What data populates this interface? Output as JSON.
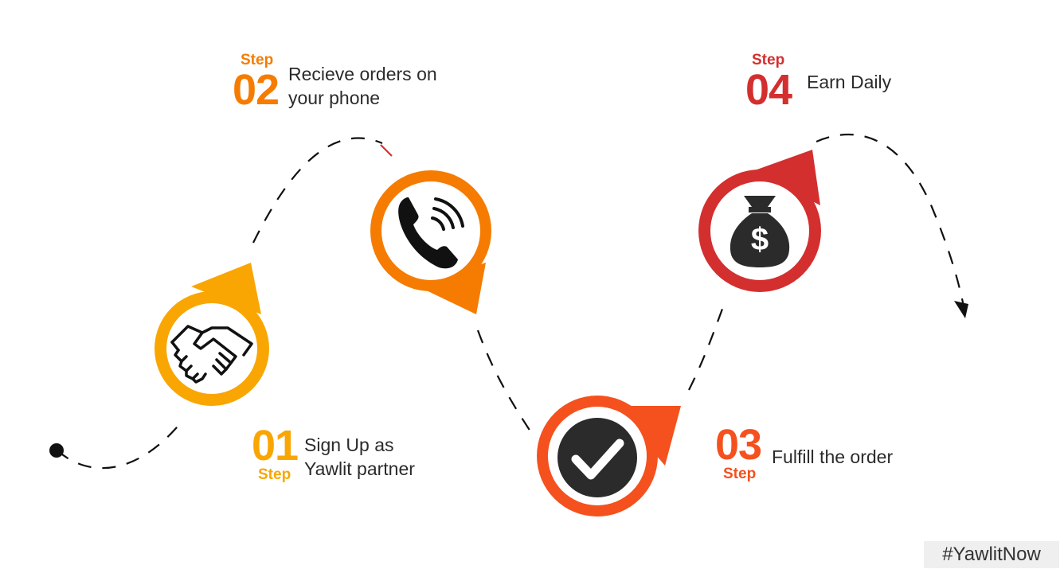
{
  "steps": [
    {
      "word": "Step",
      "number": "01",
      "text": "Sign Up as\nYawlit partner",
      "color": "#f9a602",
      "icon": "handshake-icon"
    },
    {
      "word": "Step",
      "number": "02",
      "text": "Recieve orders on\nyour phone",
      "color": "#f57c00",
      "icon": "phone-icon"
    },
    {
      "word": "Step",
      "number": "03",
      "text": "Fulfill the order",
      "color": "#f4511e",
      "icon": "checkmark-icon"
    },
    {
      "word": "Step",
      "number": "04",
      "text": "Earn Daily",
      "color": "#d32f2f",
      "icon": "money-bag-icon"
    }
  ],
  "hashtag": "#YawlitNow"
}
